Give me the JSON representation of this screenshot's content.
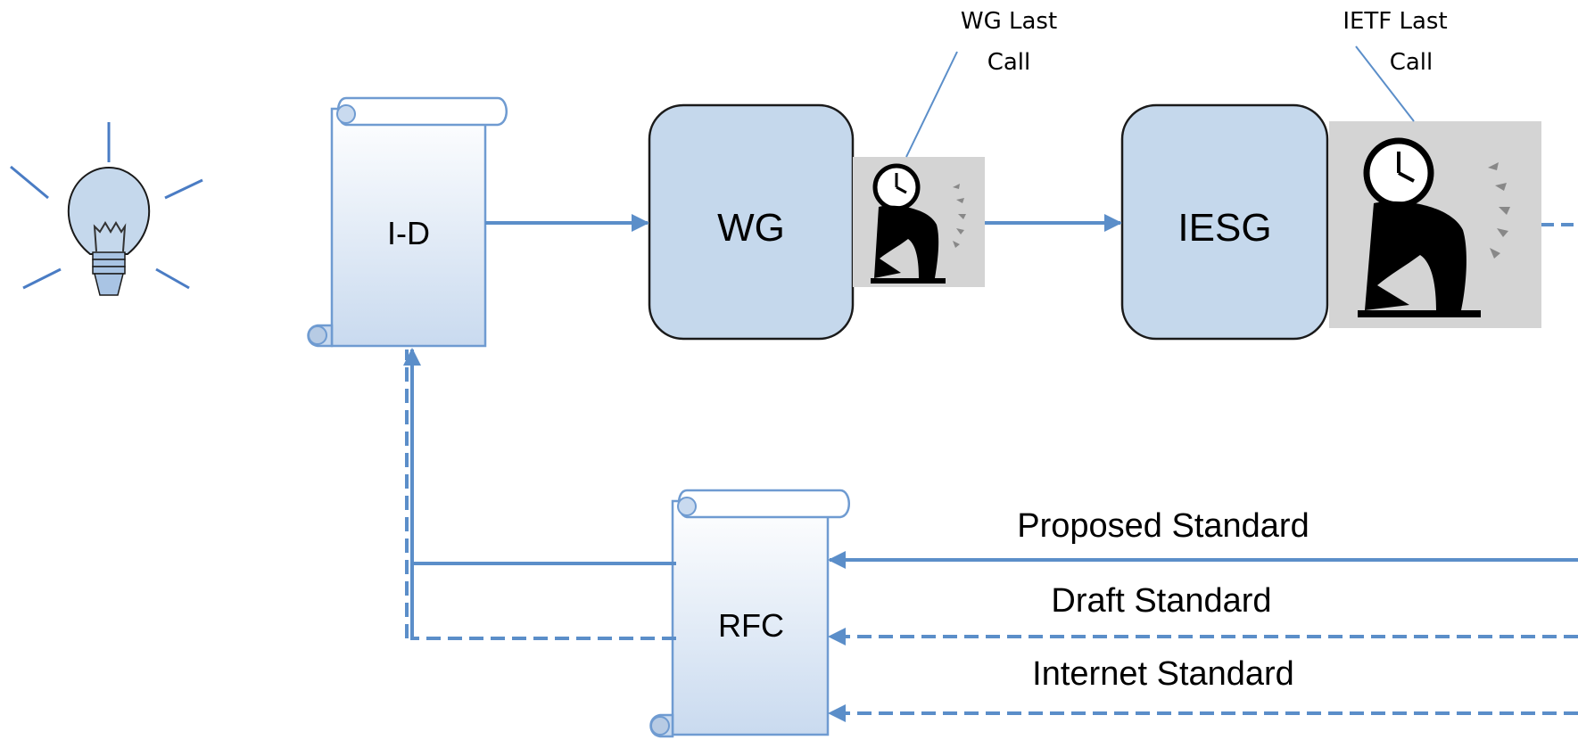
{
  "nodes": {
    "idea": {
      "icon": "lightbulb-icon"
    },
    "internet_draft": {
      "label": "I-D",
      "icon": "scroll-icon"
    },
    "working_group": {
      "label": "WG"
    },
    "wg_last_call": {
      "icon": "time-pressure-icon",
      "callout_line1": "WG Last",
      "callout_line2": "Call"
    },
    "iesg": {
      "label": "IESG"
    },
    "ietf_last_call": {
      "icon": "time-pressure-icon",
      "callout_line1": "IETF Last",
      "callout_line2": "Call"
    },
    "rfc": {
      "label": "RFC",
      "icon": "scroll-icon"
    }
  },
  "tracks": {
    "proposed": "Proposed Standard",
    "draft": "Draft Standard",
    "internet": "Internet Standard"
  },
  "colors": {
    "box_fill": "#c5d8ec",
    "box_stroke": "#1a1a1a",
    "arrow": "#5b8ec9",
    "scroll_stroke": "#6f9bd1",
    "scroll_fill_top": "#ffffff",
    "scroll_fill_bottom": "#c9daef",
    "clock_bg": "#d4d4d4"
  }
}
